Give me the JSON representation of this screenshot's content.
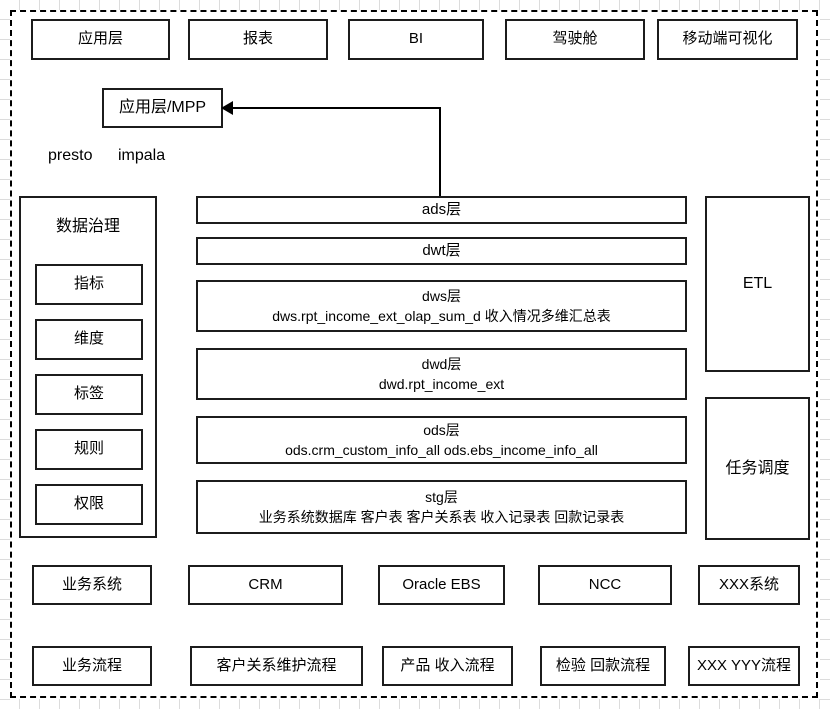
{
  "top_row": [
    {
      "label": "应用层"
    },
    {
      "label": "报表"
    },
    {
      "label": "BI"
    },
    {
      "label": "驾驶舱"
    },
    {
      "label": "移动端可视化"
    }
  ],
  "mpp_box": {
    "label": "应用层/MPP"
  },
  "engines": {
    "left": "presto",
    "right": "impala"
  },
  "governance": {
    "title": "数据治理",
    "items": [
      {
        "label": "指标"
      },
      {
        "label": "维度"
      },
      {
        "label": "标签"
      },
      {
        "label": "规则"
      },
      {
        "label": "权限"
      }
    ]
  },
  "layers": [
    {
      "title": "ads层",
      "subtitle": ""
    },
    {
      "title": "dwt层",
      "subtitle": ""
    },
    {
      "title": "dws层",
      "subtitle": "dws.rpt_income_ext_olap_sum_d 收入情况多维汇总表"
    },
    {
      "title": "dwd层",
      "subtitle": "dwd.rpt_income_ext"
    },
    {
      "title": "ods层",
      "subtitle": "ods.crm_custom_info_all ods.ebs_income_info_all"
    },
    {
      "title": "stg层",
      "subtitle": "业务系统数据库 客户表 客户关系表 收入记录表 回款记录表"
    }
  ],
  "side_column": {
    "etl": "ETL",
    "scheduler": "任务调度"
  },
  "systems_row": [
    {
      "label": "业务系统"
    },
    {
      "label": "CRM"
    },
    {
      "label": "Oracle EBS"
    },
    {
      "label": "NCC"
    },
    {
      "label": "XXX系统"
    }
  ],
  "process_row": [
    {
      "label": "业务流程"
    },
    {
      "label": "客户关系维护流程"
    },
    {
      "label": "产品 收入流程"
    },
    {
      "label": "检验 回款流程"
    },
    {
      "label": "XXX YYY流程"
    }
  ],
  "colors": {
    "stroke": "#1c1c1c",
    "page_border": "#000000",
    "background": "#ffffff"
  }
}
